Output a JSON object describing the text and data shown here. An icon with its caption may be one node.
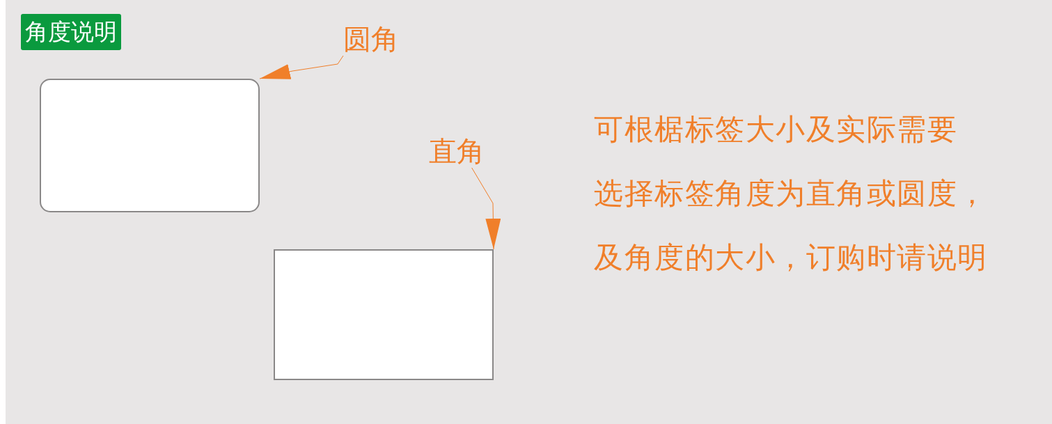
{
  "diagram": {
    "title": "角度说明",
    "nodes": [
      {
        "text": [
          "圆角"
        ]
      },
      {
        "text": [],
        "shape": "box"
      },
      {
        "text": [
          "直角"
        ]
      },
      {
        "text": [],
        "shape": "box"
      }
    ],
    "edges": [
      {
        "from": 0,
        "to": 1,
        "arrow": "to"
      },
      {
        "from": 2,
        "to": 3,
        "arrow": "to"
      }
    ],
    "labels": [
      "可根椐标签大小及实际需要",
      "选择标签角度为直角或圆度，",
      "及角度的大小，订购时请说明"
    ]
  }
}
